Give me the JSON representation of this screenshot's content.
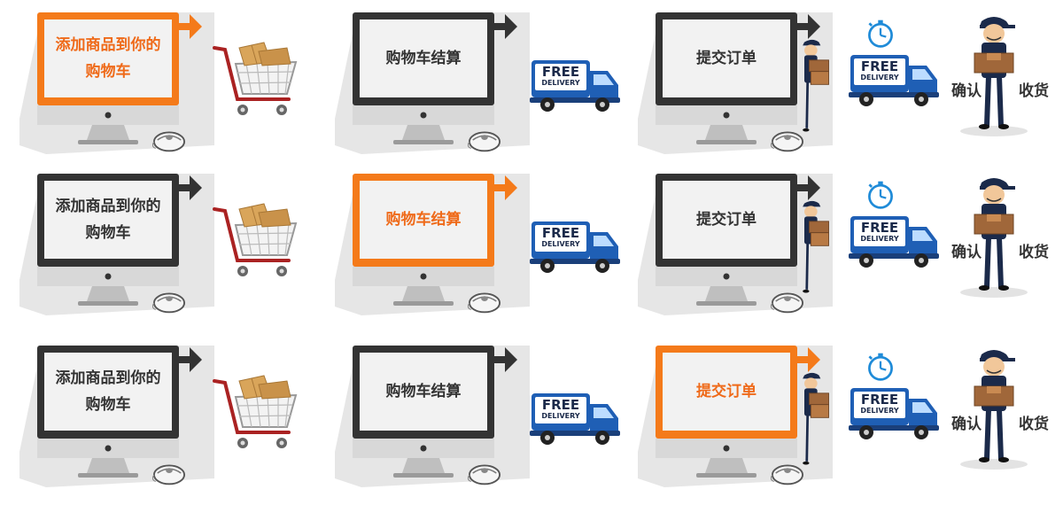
{
  "colors": {
    "active_orange": "#f47a1a",
    "inactive_frame": "#333333",
    "truck_blue": "#1f5fb5",
    "text_dark": "#333333"
  },
  "labels": {
    "step1_line1": "添加商品到你的",
    "step1_line2": "购物车",
    "step2": "购物车结算",
    "step3": "提交订单",
    "step4_part1": "确认",
    "step4_part2": "收货"
  },
  "truck": {
    "free": "FREE",
    "delivery": "DELIVERY"
  },
  "rows": [
    {
      "active_step": 1
    },
    {
      "active_step": 2
    },
    {
      "active_step": 3
    }
  ],
  "icons": [
    "monitor-icon",
    "mouse-icon",
    "shopping-cart-icon",
    "truck-icon",
    "clock-icon",
    "delivery-man-icon"
  ]
}
